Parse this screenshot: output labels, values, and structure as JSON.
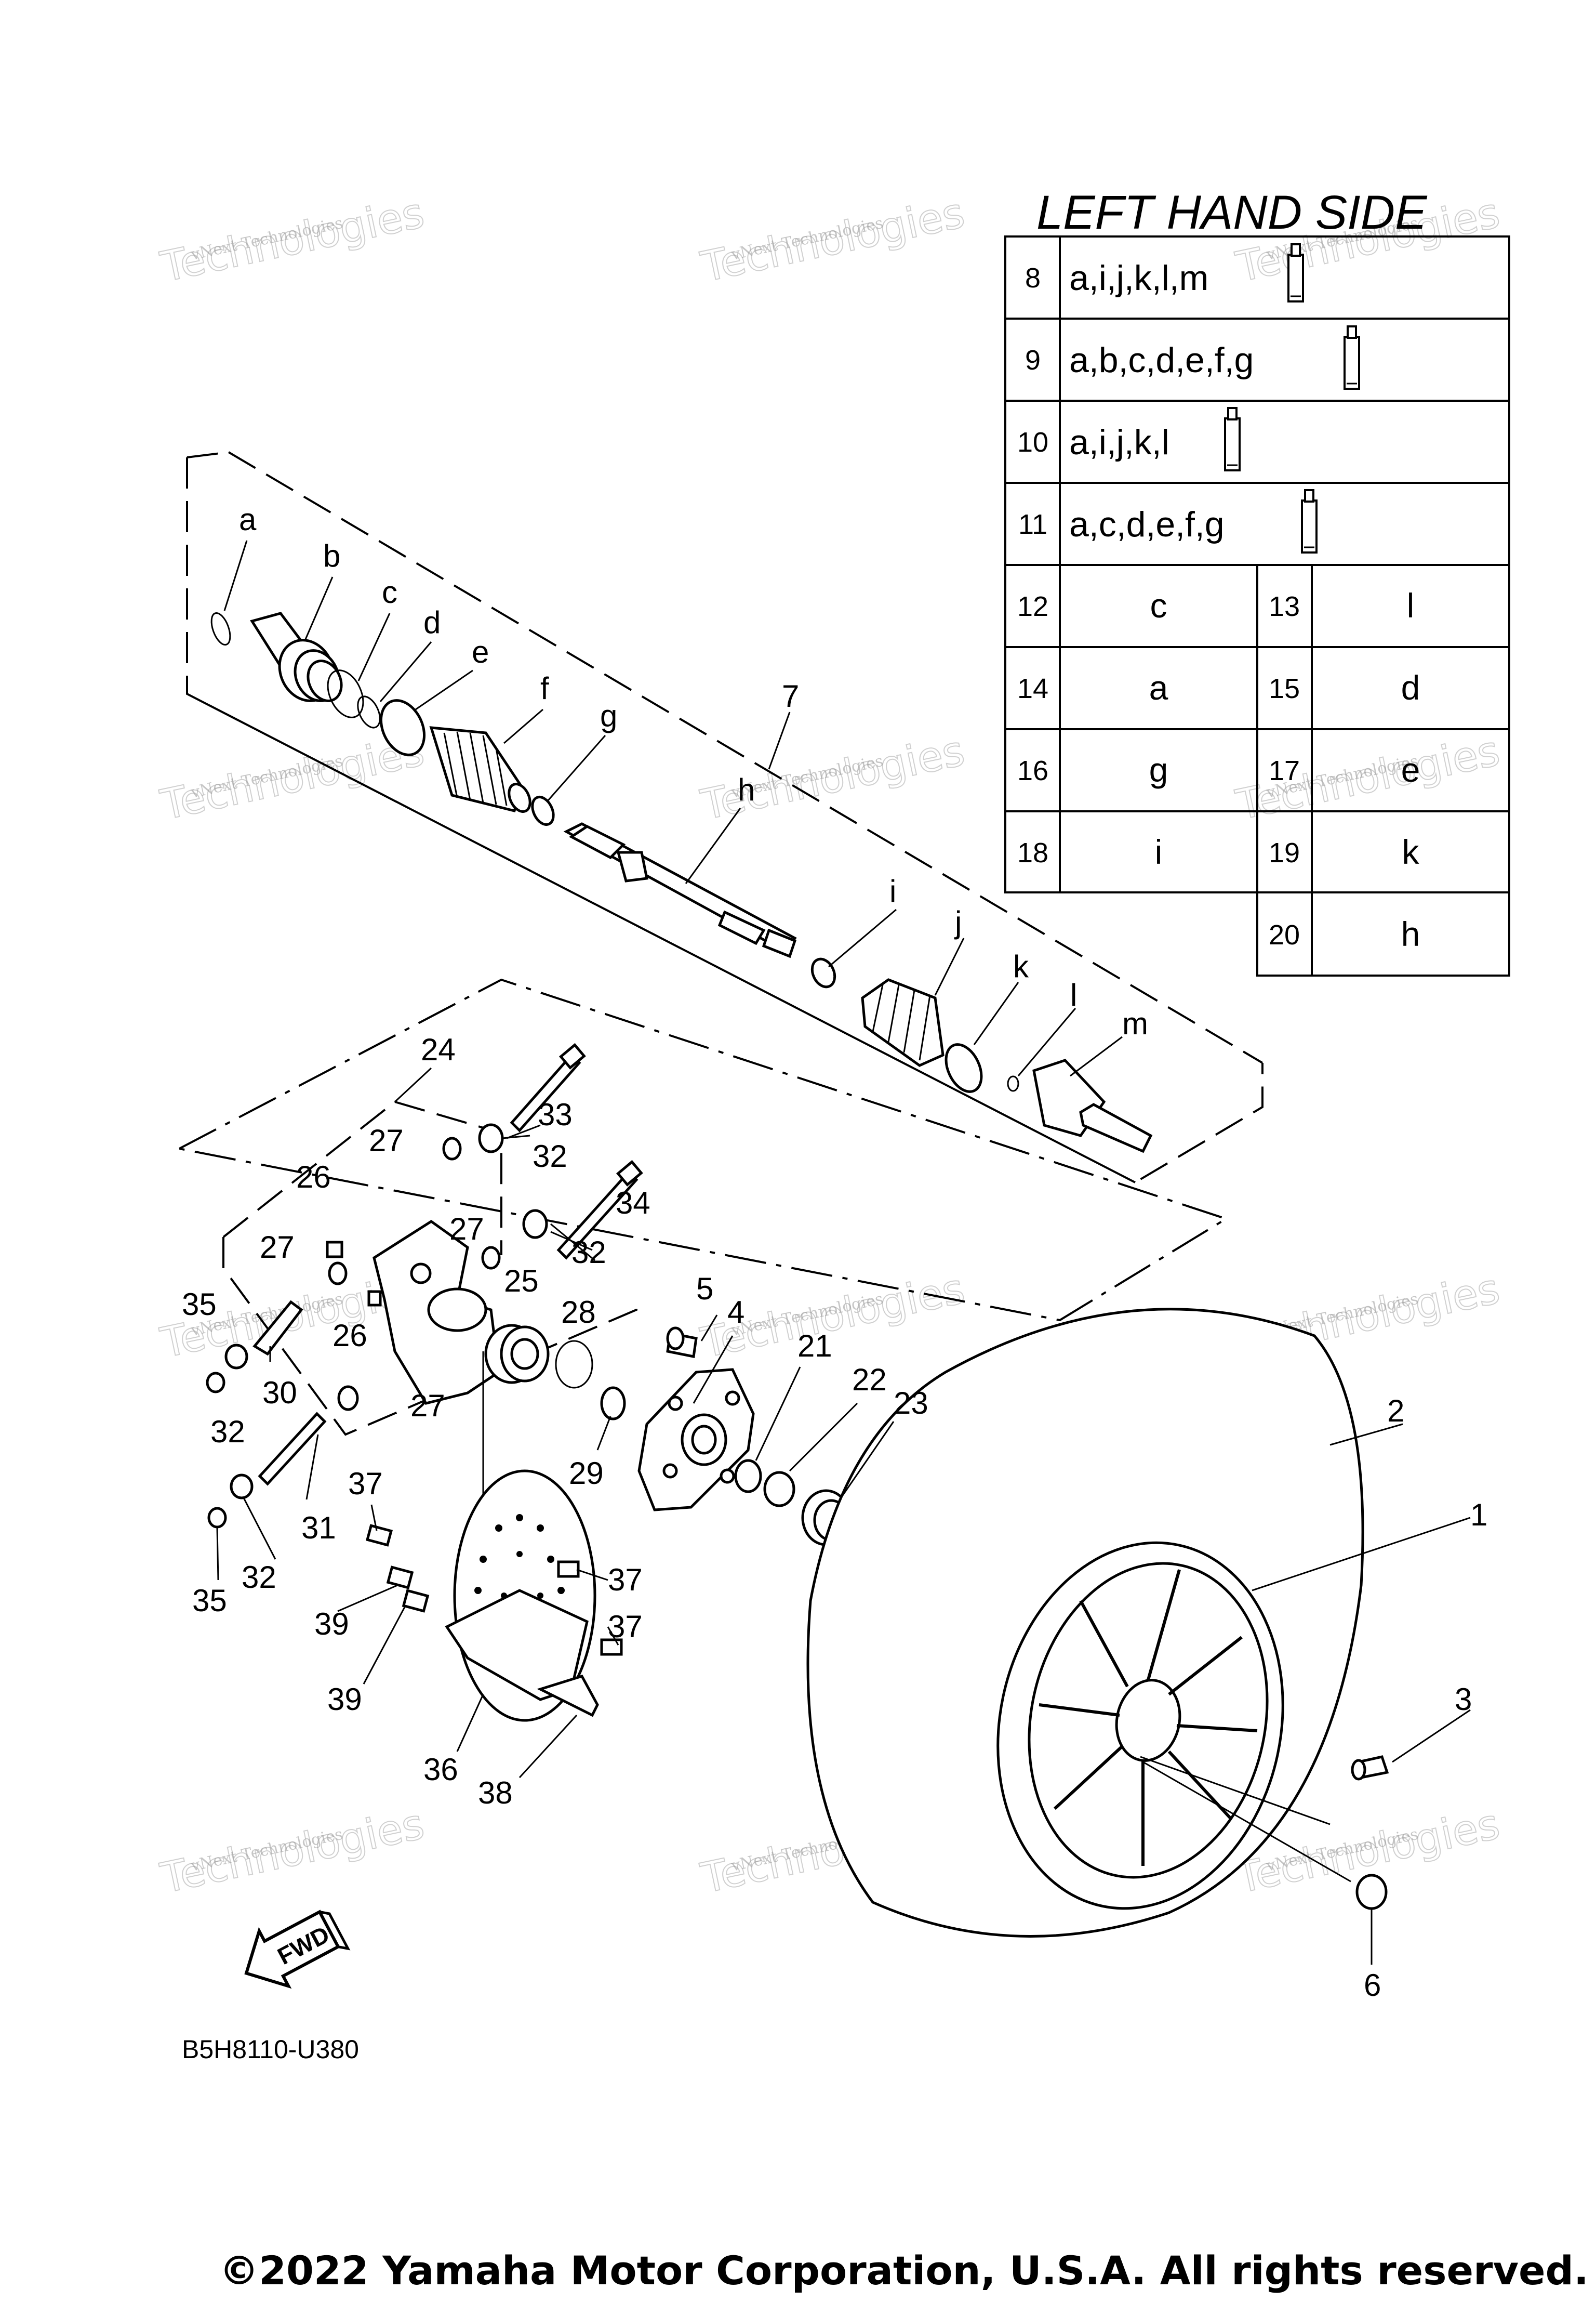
{
  "table": {
    "title": "LEFT HAND SIDE",
    "rows_wide": [
      {
        "num": "8",
        "letters": "a,i,j,k,l,m"
      },
      {
        "num": "9",
        "letters": "a,b,c,d,e,f,g"
      },
      {
        "num": "10",
        "letters": "a,i,j,k,l"
      },
      {
        "num": "11",
        "letters": "a,c,d,e,f,g"
      }
    ],
    "rows_split": [
      {
        "num": "12",
        "letter": "c",
        "num2": "13",
        "letter2": "l"
      },
      {
        "num": "14",
        "letter": "a",
        "num2": "15",
        "letter2": "d"
      },
      {
        "num": "16",
        "letter": "g",
        "num2": "17",
        "letter2": "e"
      },
      {
        "num": "18",
        "letter": "i",
        "num2": "19",
        "letter2": "k"
      }
    ],
    "row_last": {
      "num": "20",
      "letter": "h"
    }
  },
  "callouts": {
    "a": "a",
    "b": "b",
    "c": "c",
    "d": "d",
    "e": "e",
    "f": "f",
    "g": "g",
    "h": "h",
    "i": "i",
    "j": "j",
    "k": "k",
    "l": "l",
    "m": "m",
    "n1": "1",
    "n2": "2",
    "n3": "3",
    "n4": "4",
    "n5": "5",
    "n6": "6",
    "n7": "7",
    "n21": "21",
    "n22": "22",
    "n23": "23",
    "n24": "24",
    "n25": "25",
    "n26a": "26",
    "n26b": "26",
    "n27a": "27",
    "n27b": "27",
    "n27c": "27",
    "n27d": "27",
    "n28": "28",
    "n29": "29",
    "n30": "30",
    "n31": "31",
    "n32a": "32",
    "n32b": "32",
    "n32c": "32",
    "n32d": "32",
    "n33": "33",
    "n34": "34",
    "n35a": "35",
    "n35b": "35",
    "n36": "36",
    "n37a": "37",
    "n37b": "37",
    "n37c": "37",
    "n38": "38",
    "n39a": "39",
    "n39b": "39"
  },
  "fwd_label": "FWD",
  "diagram_code": "B5H8110-U380",
  "copyright": "©2022 Yamaha Motor Corporation, U.S.A. All rights reserved.",
  "watermark": {
    "line1": "vNext Technologies",
    "line2": "Technologies"
  }
}
